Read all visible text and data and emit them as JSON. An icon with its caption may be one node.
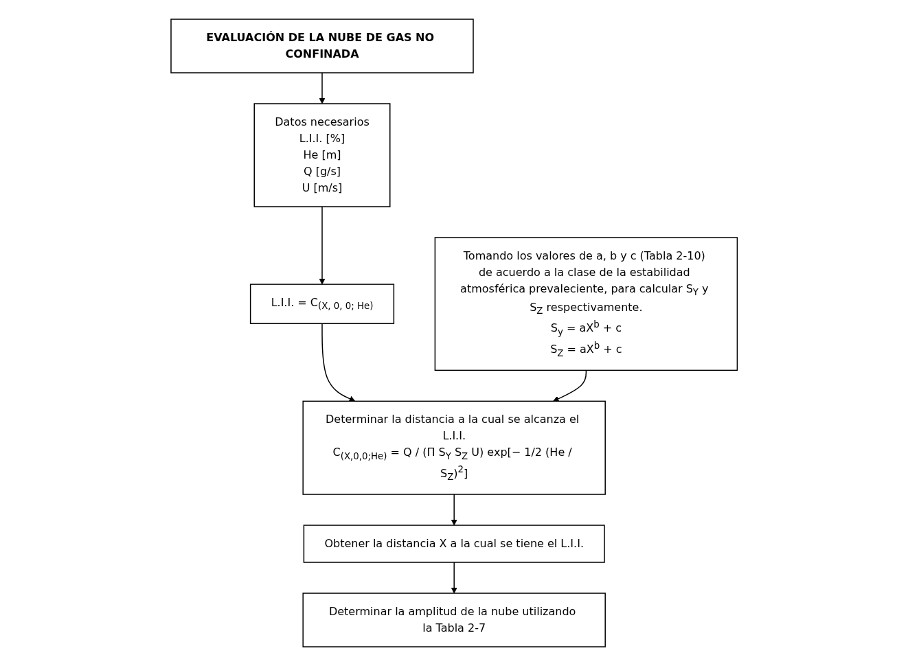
{
  "diagram": {
    "nodes": [
      {
        "text": [
          "EVALUACIÓN DE LA NUBE DE GAS NO CONFINADA"
        ]
      },
      {
        "text": [
          "Datos necesarios",
          "L.I.I. [%]",
          "He [m]",
          "Q [g/s]",
          "U [m/s]"
        ]
      },
      {
        "text": [
          "Tomando los valores de a, b y c (Tabla 2-10) de acuerdo a la clase de la estabilidad atmosférica prevaleciente, para calcular S$_{Y}$ y S$_{Z}$ respectivamente.",
          "S$_{y}$ = aX$^{b}$ + c",
          "S$_{Z}$ = aX$^{b}$ + c"
        ]
      },
      {
        "text": [
          "L.I.I. = C$_{(X, 0, 0; He)}$"
        ]
      },
      {
        "text": [
          "Determinar la distancia a la cual se alcanza el L.I.I.",
          "C$_{(X,0,0;He)}$ = Q / (Π S$_{Y}$ S$_{Z}$ U) exp[− 1/2 (He / S$_{Z}$)$^{2}$]"
        ]
      },
      {
        "text": [
          "Obtener la distancia X a la cual se tiene el L.I.I."
        ]
      },
      {
        "text": [
          "Determinar la amplitud de la nube utilizando la Tabla 2-7"
        ]
      }
    ],
    "edges": [
      {
        "from": 0,
        "to": 1,
        "arrow": "to"
      },
      {
        "from": 1,
        "to": 3,
        "arrow": "to"
      },
      {
        "from": 3,
        "to": 4,
        "arrow": "to"
      },
      {
        "from": 2,
        "to": 4,
        "arrow": "to"
      },
      {
        "from": 4,
        "to": 5,
        "arrow": "to"
      },
      {
        "from": 5,
        "to": 6,
        "arrow": "to"
      }
    ]
  }
}
